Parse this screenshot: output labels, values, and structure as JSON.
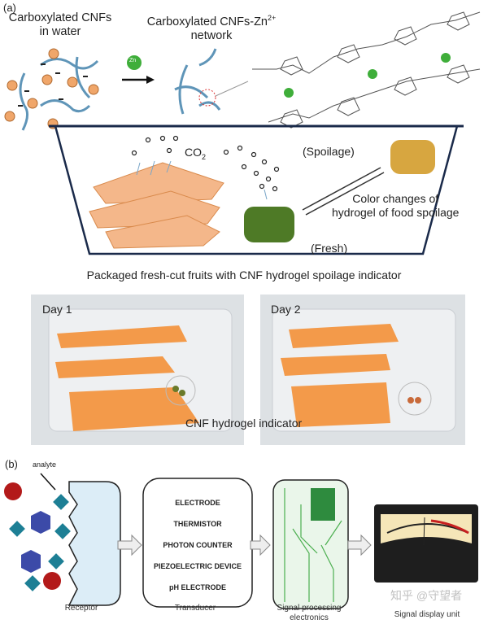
{
  "panel_a": {
    "label": "(a)",
    "left_title": [
      "Carboxylated CNFs",
      "in water"
    ],
    "mid_title": [
      "Carboxylated CNFs-Zn",
      "2+",
      "network"
    ],
    "zn_label": "Zn",
    "co2": "CO",
    "co2_sub": "2",
    "spoilage": "(Spoilage)",
    "fresh": "(Fresh)",
    "color_changes": [
      "Color changes of",
      "hydrogel of food spoilage"
    ],
    "caption": "Packaged fresh-cut fruits with CNF hydrogel spoilage indicator",
    "day1": "Day 1",
    "day2": "Day 2",
    "indicator": "CNF hydrogel indicator"
  },
  "panel_b": {
    "label": "(b)",
    "analyte": "analyte",
    "transducer_items": [
      "ELECTRODE",
      "THERMISTOR",
      "PHOTON COUNTER",
      "PIEZOELECTRIC DEVICE",
      "pH ELECTRODE"
    ],
    "captions": [
      "Receptor",
      "Transducer",
      "Signal processing electronics",
      "Signal display unit"
    ]
  },
  "watermark": "知乎 @守望者",
  "colors": {
    "fresh_gel": "#4e7a26",
    "spoiled_gel": "#d7a640",
    "fruit": "#f3a25c",
    "zn": "#3fae3a",
    "receptor": "#dcedf7",
    "circuit": "#4caf50"
  }
}
